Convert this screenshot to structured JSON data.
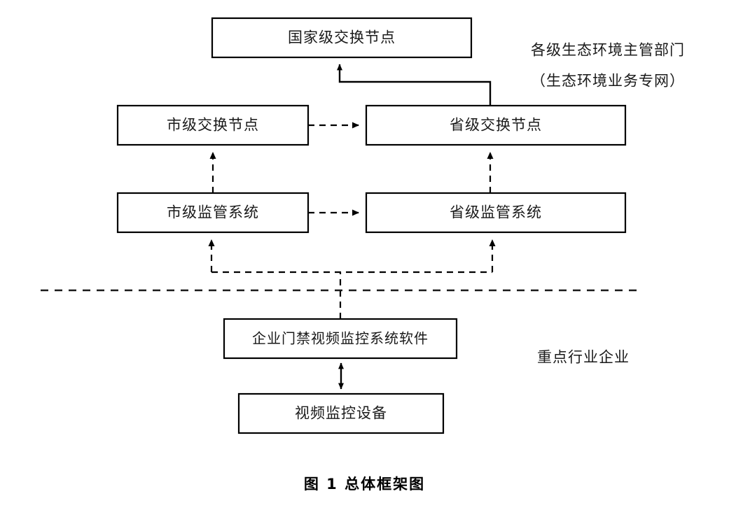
{
  "figure": {
    "caption": "图 1  总体框架图"
  },
  "zones": [
    {
      "id": "government",
      "lines": [
        "各级生态环境主管部门",
        "（生态环境业务专网）"
      ]
    },
    {
      "id": "enterprise",
      "lines": [
        "重点行业企业"
      ]
    }
  ],
  "nodes": [
    {
      "id": "national-exchange-node",
      "label": "国家级交换节点"
    },
    {
      "id": "city-exchange-node",
      "label": "市级交换节点"
    },
    {
      "id": "province-exchange-node",
      "label": "省级交换节点"
    },
    {
      "id": "city-supervision-system",
      "label": "市级监管系统"
    },
    {
      "id": "province-supervision-system",
      "label": "省级监管系统"
    },
    {
      "id": "enterprise-access-video-software",
      "label": "企业门禁视频监控系统软件"
    },
    {
      "id": "video-surveillance-device",
      "label": "视频监控设备"
    }
  ],
  "connections": [
    {
      "id": "province-to-national",
      "style": "solid",
      "arrows": "single"
    },
    {
      "id": "city-exchange-to-province-exchange",
      "style": "dashed",
      "arrows": "single"
    },
    {
      "id": "city-supervision-to-city-exchange",
      "style": "dashed",
      "arrows": "single"
    },
    {
      "id": "province-supervision-to-province-exchange",
      "style": "dashed",
      "arrows": "single"
    },
    {
      "id": "city-supervision-to-province-supervision",
      "style": "dashed",
      "arrows": "single"
    },
    {
      "id": "software-to-supervision-bus",
      "style": "dashed",
      "arrows": "single"
    },
    {
      "id": "device-to-software",
      "style": "solid",
      "arrows": "double"
    }
  ],
  "colors": {
    "stroke": "#000000",
    "box_fill": "#ffffff",
    "text": "#1a1a1a",
    "background": "#ffffff"
  }
}
